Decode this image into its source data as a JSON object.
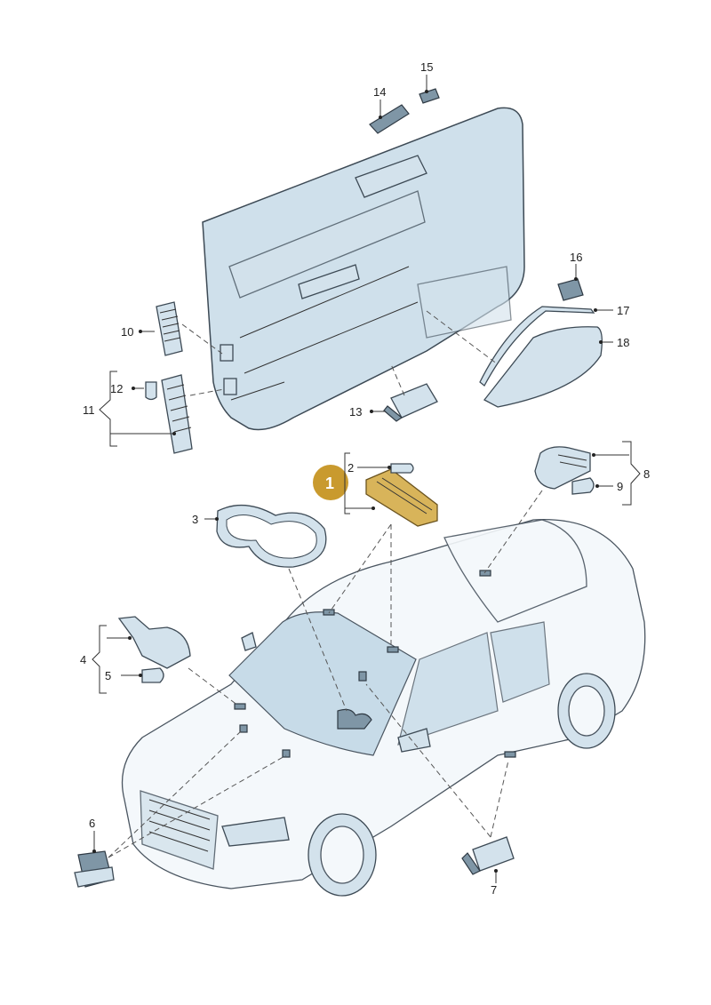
{
  "highlight_color": "#c99a2e",
  "callouts": {
    "c1": "1",
    "c2": "2",
    "c3": "3",
    "c4": "4",
    "c5": "5",
    "c6": "6",
    "c7": "7",
    "c8": "8",
    "c9": "9",
    "c10": "10",
    "c11": "11",
    "c12": "12",
    "c13": "13",
    "c14": "14",
    "c15": "15",
    "c16": "16",
    "c17": "17",
    "c18": "18"
  },
  "icons": [
    "interior-light-housing",
    "bulb",
    "door-trim-panel",
    "convertible-car"
  ]
}
